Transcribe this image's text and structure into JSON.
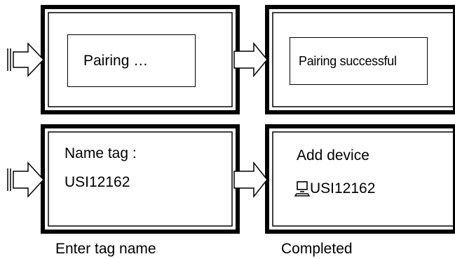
{
  "screens": [
    {
      "id": "pairing",
      "text": "Pairing …"
    },
    {
      "id": "pairing-successful",
      "text": "Pairing successful"
    },
    {
      "id": "enter-tag",
      "line1": "Name tag :",
      "line2": "USI12162"
    },
    {
      "id": "completed",
      "line1": "Add device",
      "line2": "USI12162",
      "icon": "computer-monitor-icon"
    }
  ],
  "captions": {
    "enter_tag_name": "Enter tag name",
    "completed": "Completed"
  },
  "colors": {
    "stroke": "#000000",
    "background": "#ffffff"
  }
}
